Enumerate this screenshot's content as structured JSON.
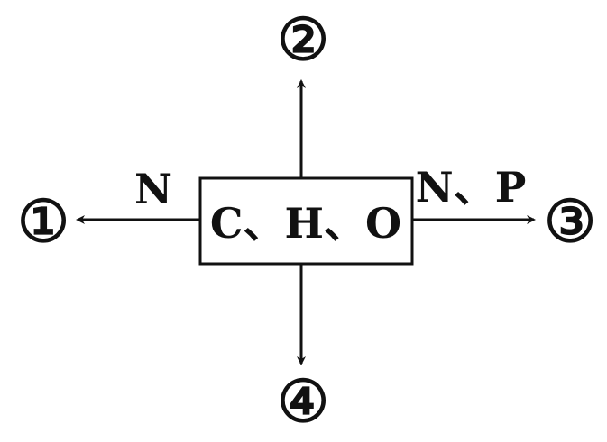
{
  "center": {
    "label": "C、H、O"
  },
  "nodes": {
    "left": {
      "label": "①"
    },
    "top": {
      "label": "②"
    },
    "right": {
      "label": "③"
    },
    "bottom": {
      "label": "④"
    }
  },
  "edges": {
    "left": {
      "label": "N"
    },
    "right": {
      "label": "N、P"
    }
  },
  "colors": {
    "stroke": "#111111",
    "background": "#ffffff"
  }
}
